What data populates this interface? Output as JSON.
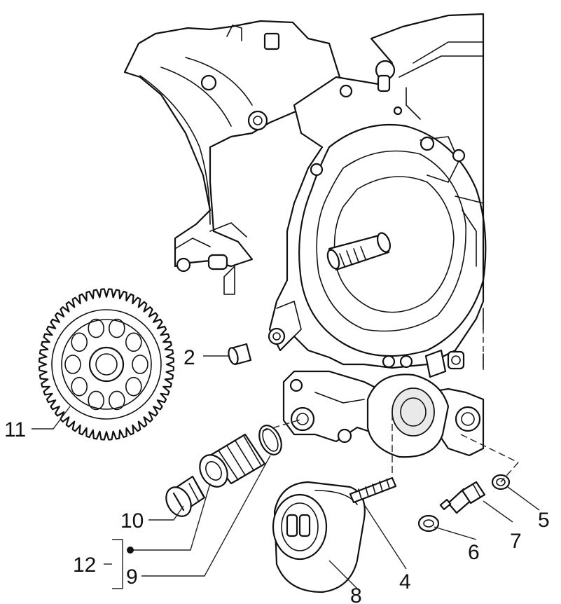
{
  "callouts": [
    {
      "id": "2",
      "text": "2"
    },
    {
      "id": "4",
      "text": "4"
    },
    {
      "id": "5",
      "text": "5"
    },
    {
      "id": "6",
      "text": "6"
    },
    {
      "id": "7",
      "text": "7"
    },
    {
      "id": "8",
      "text": "8"
    },
    {
      "id": "9",
      "text": "9"
    },
    {
      "id": "10",
      "text": "10"
    },
    {
      "id": "11",
      "text": "11"
    },
    {
      "id": "12",
      "text": "12"
    }
  ]
}
